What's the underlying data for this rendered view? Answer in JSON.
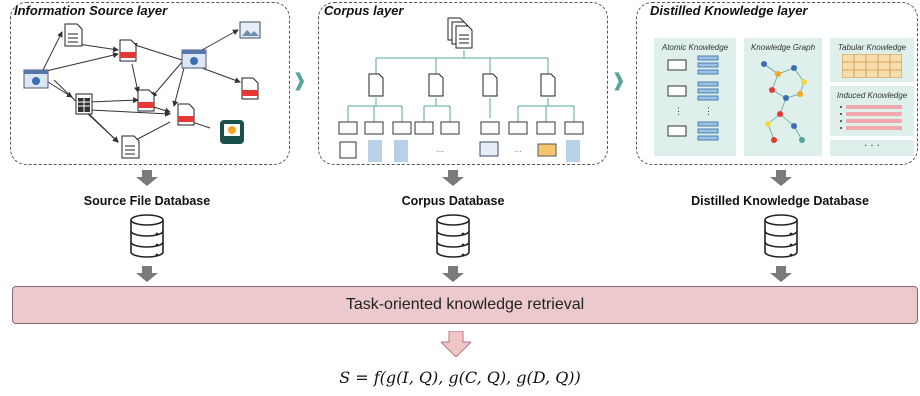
{
  "layers": {
    "source": {
      "title": "Information Source layer"
    },
    "corpus": {
      "title": "Corpus layer"
    },
    "distilled": {
      "title": "Distilled Knowledge layer"
    }
  },
  "knowledge_panels": {
    "atomic": "Atomic Knowledge",
    "graph": "Knowledge Graph",
    "tabular": "Tabular Knowledge",
    "induced": "Induced Knowledge",
    "ellipsis": "· · ·"
  },
  "databases": {
    "source": "Source File Database",
    "corpus": "Corpus Database",
    "distilled": "Distilled Knowledge Database"
  },
  "retrieval": {
    "label": "Task-oriented knowledge retrieval"
  },
  "formula": {
    "text": "S = f(g(I, Q), g(C, Q), g(D, Q))"
  },
  "colors": {
    "accent_teal": "#5aa59a",
    "pdf_red": "#e53935",
    "retrieval_fill": "#ecc9cc",
    "panel_fill": "#dff0ec",
    "arrow_gray": "#7a7a7a"
  }
}
